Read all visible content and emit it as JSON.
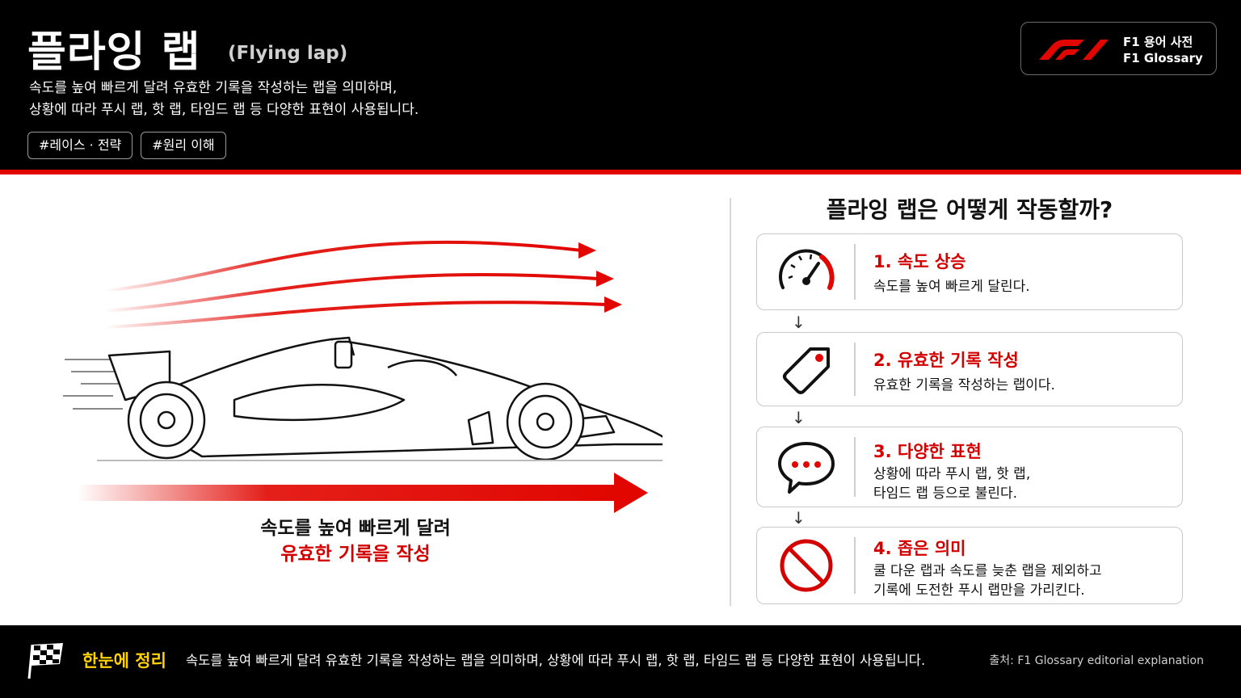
{
  "header": {
    "title": "플라잉 랩",
    "subtitle": "(Flying lap)",
    "description_line1": "속도를 높여 빠르게 달려 유효한 기록을 작성하는 랩을 의미하며,",
    "description_line2": "상황에 따라 푸시 랩, 핫 랩, 타임드 랩 등 다양한 표현이 사용됩니다.",
    "tags": [
      "#레이스 · 전략",
      "#원리 이해"
    ]
  },
  "brand": {
    "line1": "F1 용어 사전",
    "line2": "F1 Glossary",
    "logo_icon": "f1-logo-icon"
  },
  "illustration": {
    "caption_line1": "속도를 높여 빠르게 달려",
    "caption_line2": "유효한 기록을 작성"
  },
  "panel": {
    "title": "플라잉 랩은 어떻게 작동할까?",
    "steps": [
      {
        "title": "1. 속도 상승",
        "line1": "속도를 높여 빠르게 달린다.",
        "line2": "",
        "icon": "speedometer-icon"
      },
      {
        "title": "2. 유효한 기록 작성",
        "line1": "유효한 기록을 작성하는 랩이다.",
        "line2": "",
        "icon": "tag-icon"
      },
      {
        "title": "3. 다양한 표현",
        "line1": "상황에 따라 푸시 랩, 핫 랩,",
        "line2": "타임드 랩 등으로 불린다.",
        "icon": "speech-bubble-icon"
      },
      {
        "title": "4. 좁은 의미",
        "line1": "쿨 다운 랩과 속도를 늦춘 랩을 제외하고",
        "line2": "기록에 도전한 푸시 랩만을 가리킨다.",
        "icon": "prohibited-icon"
      }
    ],
    "arrow": "↓"
  },
  "footer": {
    "label": "한눈에 정리",
    "text": "속도를 높여 빠르게 달려 유효한 기록을 작성하는 랩을 의미하며, 상황에 따라 푸시 랩, 핫 랩, 타임드 랩 등 다양한 표현이 사용됩니다.",
    "source": "출처: F1 Glossary editorial explanation"
  },
  "colors": {
    "accent": "#e10600",
    "highlight": "#ffd200",
    "background": "#000000"
  }
}
